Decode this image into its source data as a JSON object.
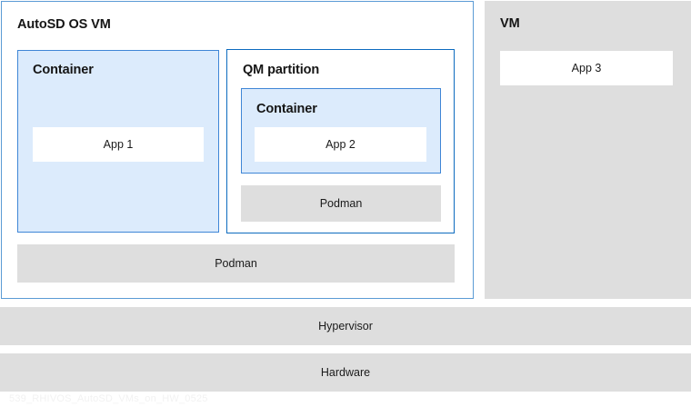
{
  "diagram": {
    "autosd_vm": {
      "title": "AutoSD OS VM",
      "container_left": {
        "title": "Container",
        "app_label": "App 1"
      },
      "qm_partition": {
        "title": "QM partition",
        "container": {
          "title": "Container",
          "app_label": "App 2"
        },
        "podman_label": "Podman"
      },
      "podman_label": "Podman"
    },
    "vm_panel": {
      "title": "VM",
      "app_label": "App 3"
    },
    "layers": [
      {
        "label": "Hypervisor"
      },
      {
        "label": "Hardware"
      }
    ],
    "watermark": "539_RHIVOS_AutoSD_VMs_on_HW_0525",
    "colors": {
      "outer_border_blue": "#5b9bd5",
      "container_border_blue": "#3f86d6",
      "qm_border_blue": "#0d6bbf",
      "container_fill_blue": "#dcebfc",
      "gray_fill": "#dedede",
      "white_fill": "#ffffff",
      "text_dark": "#1a1a1a"
    }
  }
}
